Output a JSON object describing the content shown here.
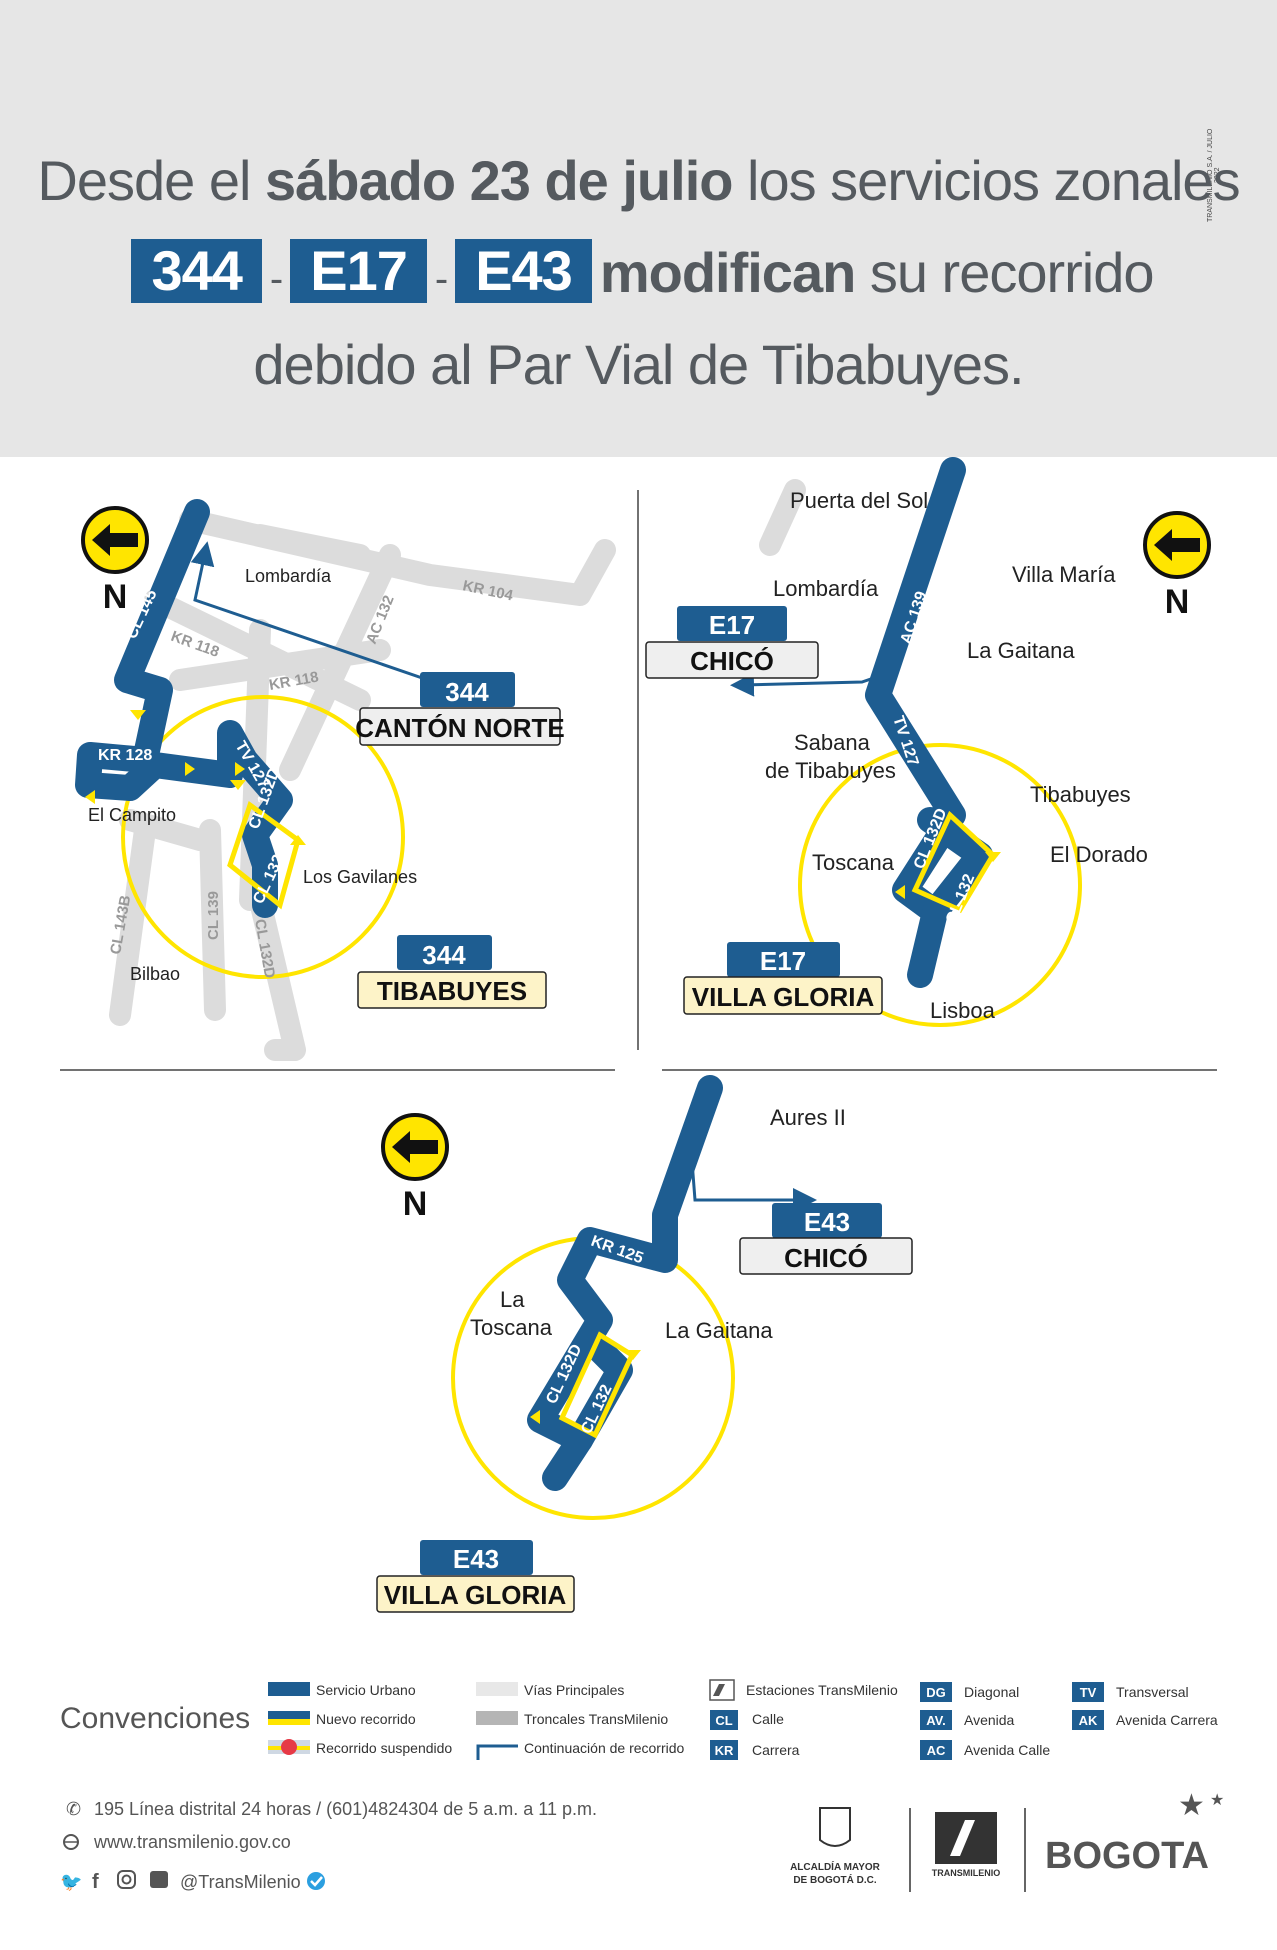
{
  "header": {
    "line1_pre": "Desde el ",
    "line1_bold": "sábado 23 de julio",
    "line1_post": " los servicios zonales",
    "badges": [
      "344",
      "E17",
      "E43"
    ],
    "dash": "-",
    "line2_bold": "modifican",
    "line2_post": " su recorrido",
    "line3": "debido al Par Vial de Tibabuyes.",
    "side_note": "TRANSMILENIO S.A. / JULIO 2022"
  },
  "map344": {
    "north": "N",
    "places": [
      "Lombardía",
      "El Campito",
      "Los Gavilanes",
      "Bilbao"
    ],
    "streets": [
      "KR 104",
      "AC 132",
      "KR 118",
      "KR 118",
      "CL 145",
      "KR 128",
      "TV 127",
      "CL 132D",
      "CL 132",
      "CL 143B",
      "CL 139",
      "CL 132D"
    ],
    "route_top": {
      "code": "344",
      "name": "CANTÓN NORTE"
    },
    "route_bottom": {
      "code": "344",
      "name": "TIBABUYES"
    }
  },
  "mapE17": {
    "north": "N",
    "places": [
      "Puerta del Sol",
      "Lombardía",
      "Villa María",
      "La Gaitana",
      "Sabana",
      "de Tibabuyes",
      "Tibabuyes",
      "Toscana",
      "El Dorado",
      "Lisboa"
    ],
    "streets": [
      "AC 139",
      "TV 127",
      "CL 132D",
      "CL 132"
    ],
    "route_top": {
      "code": "E17",
      "name": "CHICÓ"
    },
    "route_bottom": {
      "code": "E17",
      "name": "VILLA GLORIA"
    }
  },
  "mapE43": {
    "north": "N",
    "places": [
      "Aures II",
      "La",
      "Toscana",
      "La Gaitana"
    ],
    "streets": [
      "KR 125",
      "CL 132D",
      "CL 132"
    ],
    "route_top": {
      "code": "E43",
      "name": "CHICÓ"
    },
    "route_bottom": {
      "code": "E43",
      "name": "VILLA GLORIA"
    }
  },
  "legend": {
    "title": "Convenciones",
    "items": [
      "Servicio Urbano",
      "Nuevo recorrido",
      "Recorrido suspendido",
      "Vías Principales",
      "Troncales TransMilenio",
      "Continuación de recorrido",
      "Estaciones TransMilenio",
      "Calle",
      "Carrera",
      "Diagonal",
      "Avenida",
      "Avenida Calle",
      "Transversal",
      "Avenida Carrera"
    ],
    "abbr": [
      "CL",
      "KR",
      "DG",
      "AV.",
      "AC",
      "TV",
      "AK"
    ]
  },
  "footer": {
    "phone": "195 Línea distrital 24 horas / (601)4824304 de 5 a.m. a 11 p.m.",
    "web": "www.transmilenio.gov.co",
    "social": "@TransMilenio",
    "logo1_line1": "ALCALDÍA MAYOR",
    "logo1_line2": "DE BOGOTÁ D.C.",
    "logo2": "TRANSMILENIO",
    "logo3": "BOGOTA"
  },
  "colors": {
    "route": "#1e5d91",
    "highlight": "#ffe500",
    "roads": "#dadada",
    "header_bg": "#e6e6e6",
    "label_bg": "#fdf3c8"
  }
}
